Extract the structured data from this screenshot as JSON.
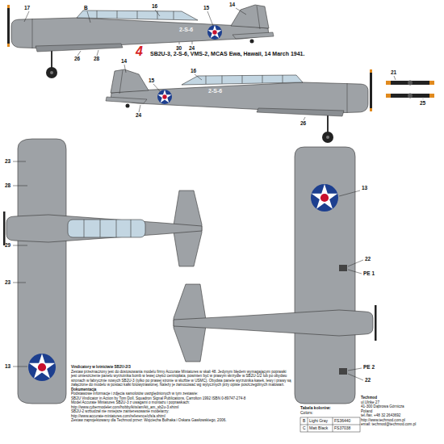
{
  "diagram": {
    "title": "SB2U-3, 2-S-6, VMS-2, MCAS Ewa, Hawaii, 14 March 1941.",
    "labels": [
      "17",
      "B",
      "16",
      "15",
      "14",
      "2-S-6",
      "26",
      "28",
      "30",
      "24",
      "21",
      "25",
      "4",
      "14",
      "15",
      "16",
      "2-S-6",
      "24",
      "26",
      "23",
      "28",
      "29",
      "23",
      "13",
      "13",
      "22",
      "PE 1",
      "PE 2",
      "22",
      "Tabela kolorów:",
      "Colors:",
      "B",
      "Light Gray",
      "FS36440",
      "C",
      "Matt Black",
      "FS37038",
      "Vindicatory w lotnictwie SB2U-2/3",
      "Zestaw przeznaczony jest do dostosowania modelu firmy Accurate Miniatures w skali 48. Jedynym błędem wymagającym poprawki jest umieszczenie panelu wyrzutnika bomb w lewej części centropłata, powinien być w prawym skrzydle w SB2U-1/2 lub po obydwu stronach w fabrycznie nowych SB2U-3 (tylko po prawej stronie w służbie w USMC). Obydwa panele wyrzutnika kasek, lewy i prawy są załączone do modelu w postaci kalki fotowytrawionej. Należy je zamocować wg wytycznych przy opisie poszczególnych malowań.",
      "Dokumentacja",
      "Podstawowe informacje i zdjęcia samolotów uwzględnionych w tym zestawie:",
      "SB2U Vindicator in Action by Tom Doll, Squadron Signal Publications, Carrolton 1992 ISBN 0-89747-274-8",
      "Model Accurate Miniatures SB2U-3 z uwagami o montażu i poprawkach:",
      "http://www.cybermodeler.com/hobby/kits/am/kit_am_sb2u-3.shtml",
      "SB2U-2 wzbudzał nie mniejsze zainteresowanie modelarzy:",
      "http://www.accurate-miniatures.com/reference/cfs/a.shtml",
      "Zestaw zaprojektowany dla Techmod przez: Wojciecha Bułhaka i Oskara Gawłowskiego, 2006.",
      "Techmod",
      "ul.Ulrike 27",
      "41-300 Dąbrowa Górnicza",
      "Poland",
      "tel./fax. +48 32 2643692",
      "http://www.techmod.com.pl",
      "email: techmod@techmod.com.pl"
    ]
  }
}
